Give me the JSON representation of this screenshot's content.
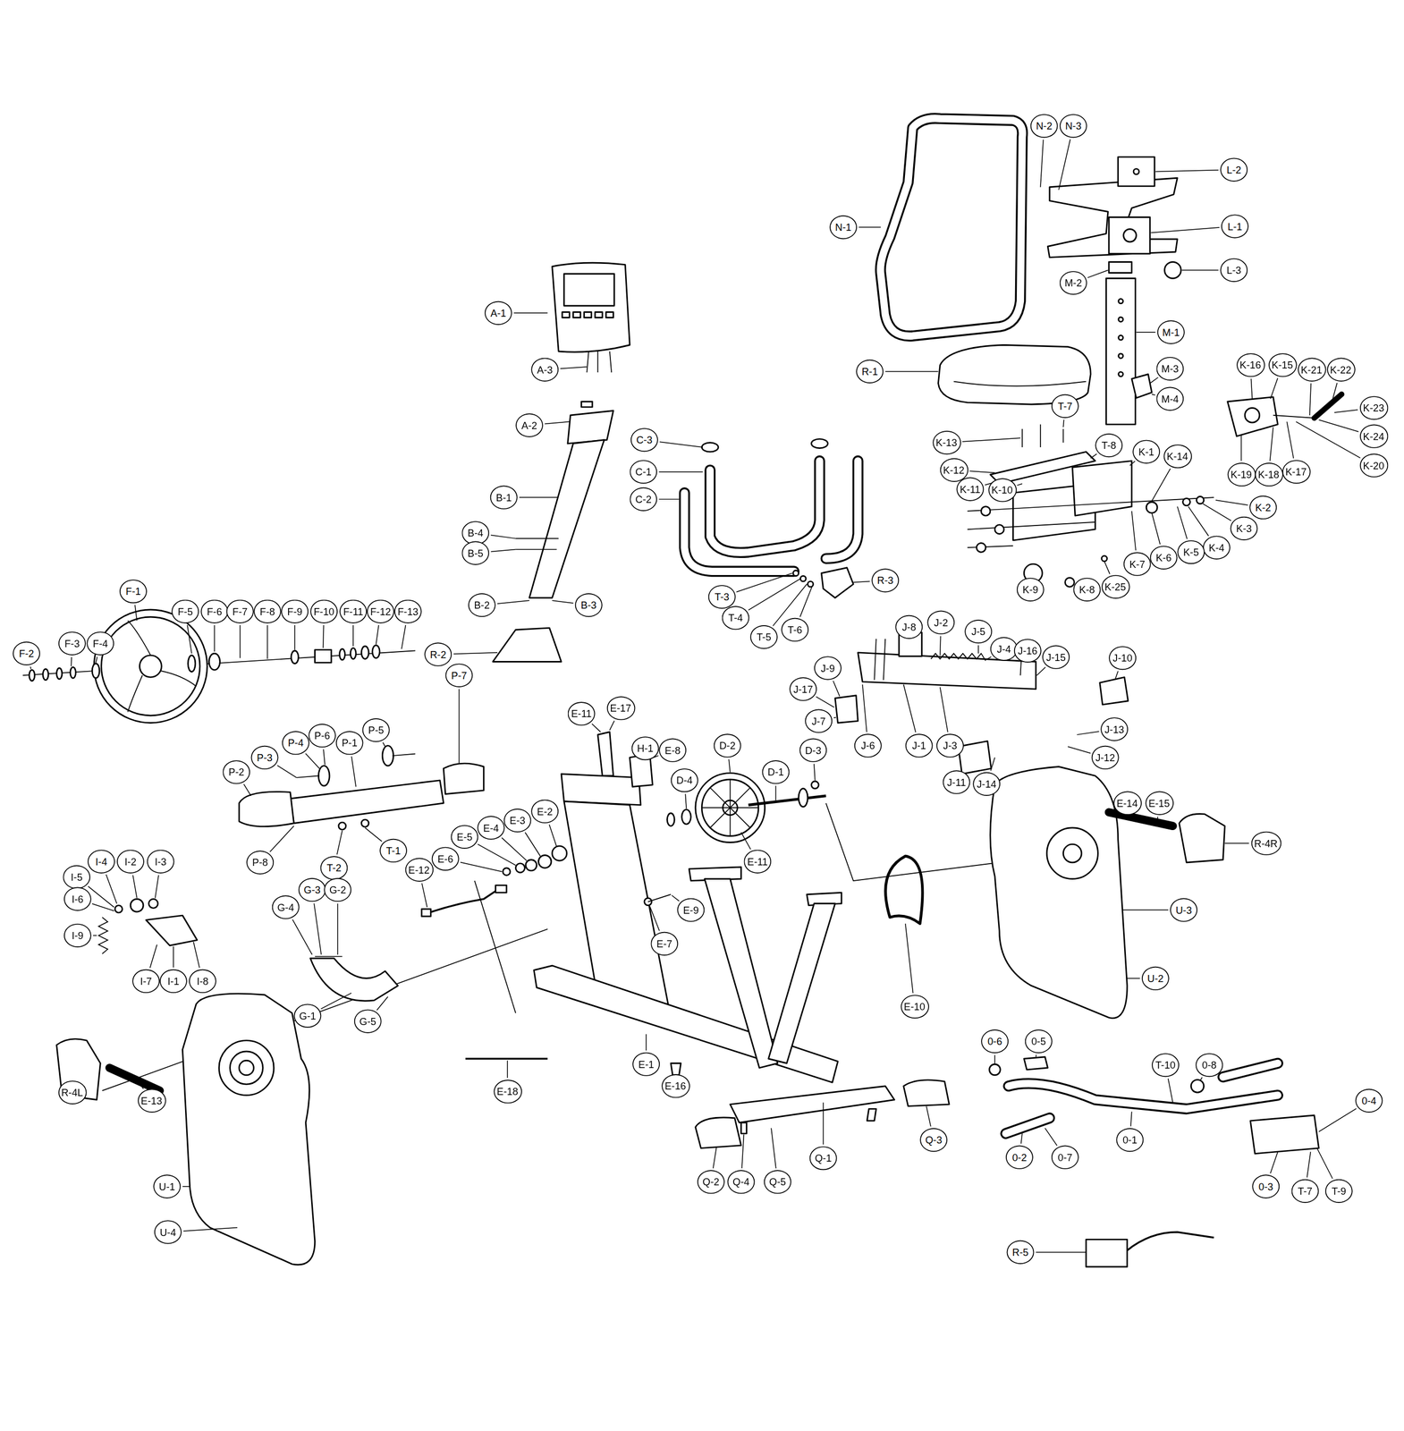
{
  "diagram": {
    "labels": [
      "A-1",
      "A-3",
      "A-2",
      "B-1",
      "B-4",
      "B-5",
      "B-2",
      "B-3",
      "C-3",
      "C-1",
      "C-2",
      "R-2",
      "F-1",
      "F-2",
      "F-3",
      "F-4",
      "F-5",
      "F-6",
      "F-7",
      "F-8",
      "F-9",
      "F-10",
      "F-11",
      "F-12",
      "F-13",
      "P-4",
      "P-6",
      "P-1",
      "P-5",
      "P-7",
      "P-3",
      "P-2",
      "P-8",
      "T-2",
      "T-1",
      "I-4",
      "I-2",
      "I-3",
      "I-5",
      "I-6",
      "I-9",
      "I-7",
      "I-1",
      "I-8",
      "G-3",
      "G-2",
      "G-4",
      "G-1",
      "G-5",
      "E-12",
      "E-6",
      "E-5",
      "E-4",
      "E-3",
      "E-2",
      "E-11",
      "E-17",
      "H-1",
      "E-8",
      "D-4",
      "D-2",
      "D-1",
      "D-3",
      "E-11",
      "E-9",
      "E-7",
      "T-3",
      "T-4",
      "T-5",
      "T-6",
      "R-3",
      "J-8",
      "J-2",
      "J-5",
      "J-4",
      "J-16",
      "J-15",
      "J-10",
      "J-9",
      "J-17",
      "J-7",
      "J-6",
      "J-1",
      "J-3",
      "J-13",
      "J-12",
      "J-11",
      "J-14",
      "E-14",
      "E-15",
      "R-4R",
      "U-3",
      "U-2",
      "E-10",
      "N-2",
      "N-3",
      "L-2",
      "N-1",
      "L-1",
      "L-3",
      "M-2",
      "M-1",
      "M-3",
      "M-4",
      "R-1",
      "K-16",
      "K-15",
      "K-21",
      "K-22",
      "K-23",
      "K-24",
      "K-20",
      "K-19",
      "K-18",
      "K-17",
      "T-7",
      "T-8",
      "K-13",
      "K-12",
      "K-11",
      "K-10",
      "K-1",
      "K-14",
      "K-2",
      "K-3",
      "K-4",
      "K-5",
      "K-6",
      "K-7",
      "K-8",
      "K-9",
      "K-25",
      "0-6",
      "0-5",
      "T-10",
      "0-8",
      "0-4",
      "0-2",
      "0-7",
      "0-1",
      "0-3",
      "T-7",
      "T-9",
      "R-5",
      "Q-3",
      "Q-1",
      "Q-2",
      "Q-4",
      "Q-5",
      "E-16",
      "E-1",
      "E-18",
      "R-4L",
      "E-13",
      "U-1",
      "U-4"
    ]
  }
}
